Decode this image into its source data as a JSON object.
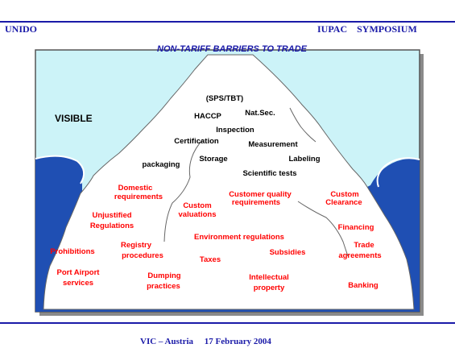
{
  "header": {
    "left": "UNIDO",
    "right": "IUPAC    SYMPOSIUM"
  },
  "footer": {
    "text": "VIC – Austria     17 February 2004"
  },
  "diagram": {
    "title": "NON-TARIFF BARRIERS TO TRADE",
    "visible_label": "VISIBLE",
    "visible_items": [
      "(SPS/TBT)",
      "HACCP",
      "Nat.Sec.",
      "Inspection",
      "Certification",
      "Measurement",
      "Labeling",
      "Storage",
      "packaging",
      "Scientific tests"
    ],
    "hidden_items": [
      "Domestic",
      "requirements",
      "Customer quality",
      "requirements",
      "Custom",
      "Clearance",
      "Custom",
      "valuations",
      "Unjustified",
      "Regulations",
      "Financing",
      "Environment regulations",
      "Registry",
      "procedures",
      "Trade",
      "agreements",
      "Prohibitions",
      "Subsidies",
      "Taxes",
      "Port Airport",
      "services",
      "Dumping",
      "practices",
      "Intellectual",
      "property",
      "Banking"
    ],
    "colors": {
      "sky": "#ccf3f8",
      "sea": "#1f4fb3",
      "ice": "#ffffff",
      "visible_text": "#000000",
      "hidden_text": "#ff0000",
      "title": "#1a1aa8",
      "frame": "#555555"
    }
  }
}
